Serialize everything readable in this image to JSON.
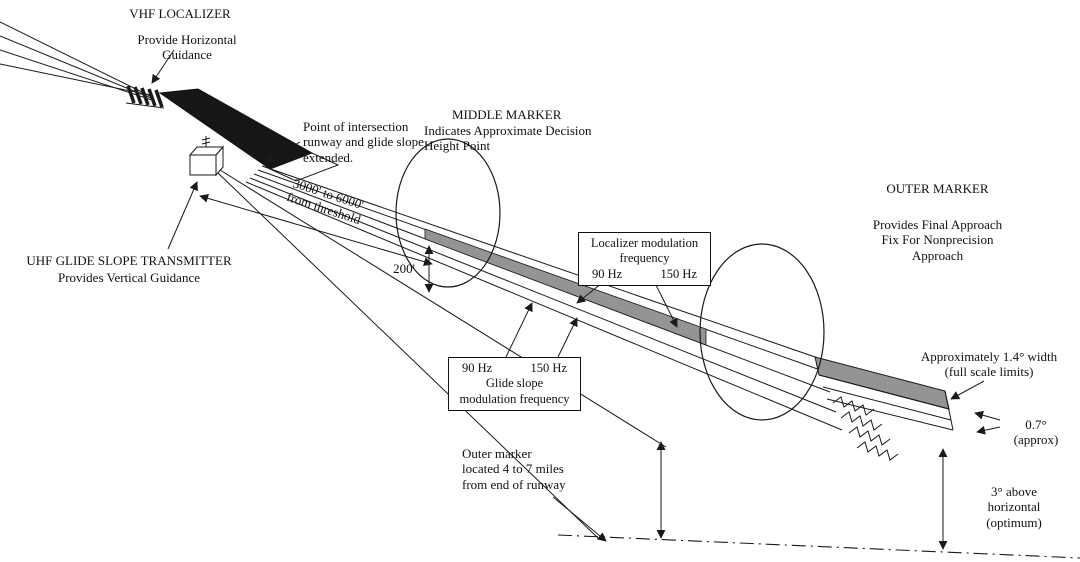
{
  "colors": {
    "ink": "#1a1a1a",
    "shade": "#949494",
    "background": "#ffffff"
  },
  "labels": {
    "vhf_localizer": {
      "title": "VHF LOCALIZER",
      "subtitle": "Provide Horizontal Guidance"
    },
    "uhf_glide_slope": {
      "title": "UHF GLIDE SLOPE TRANSMITTER",
      "subtitle": "Provides Vertical Guidance"
    },
    "intersection": "Point of intersection\nrunway and glide slope\nextended.",
    "middle_marker": {
      "title": "MIDDLE MARKER",
      "subtitle": "Indicates Approximate Decision\nHeight Point"
    },
    "outer_marker": {
      "title": "OUTER MARKER",
      "subtitle": "Provides Final Approach\nFix For Nonprecision\nApproach"
    },
    "threshold_distance": "3000' to 6000'\nfrom threshold",
    "decision_height": "200'",
    "localizer_modulation": {
      "line1": "Localizer modulation",
      "line2": "frequency",
      "left_freq": "90 Hz",
      "right_freq": "150 Hz"
    },
    "glide_slope_modulation": {
      "left_freq": "90 Hz",
      "right_freq": "150 Hz",
      "line1": "Glide slope",
      "line2": "modulation frequency"
    },
    "course_width": "Approximately 1.4° width\n(full scale limits)",
    "half_width": "0.7°\n(approx)",
    "glide_angle": "3° above\nhorizontal\n(optimum)",
    "outer_marker_distance": "Outer marker\nlocated 4 to 7 miles\nfrom end of runway"
  }
}
